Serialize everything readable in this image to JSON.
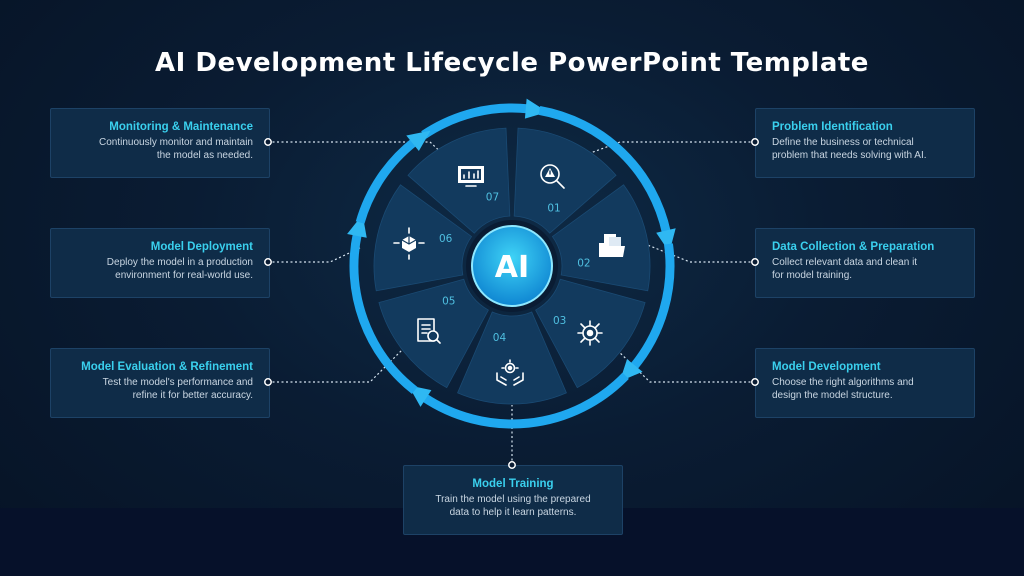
{
  "title": "AI Development Lifecycle PowerPoint Template",
  "center_label": "AI",
  "segments": [
    {
      "num": "01",
      "icon": "search-alert-icon"
    },
    {
      "num": "02",
      "icon": "folder-documents-icon"
    },
    {
      "num": "03",
      "icon": "gear-network-icon"
    },
    {
      "num": "04",
      "icon": "hands-gear-icon"
    },
    {
      "num": "05",
      "icon": "clipboard-search-icon"
    },
    {
      "num": "06",
      "icon": "cube-arrows-icon"
    },
    {
      "num": "07",
      "icon": "monitor-chart-icon"
    }
  ],
  "cards": {
    "problem": {
      "title": "Problem Identification",
      "line1": "Define the business or technical",
      "line2": "problem that needs solving with AI."
    },
    "data": {
      "title": "Data Collection & Preparation",
      "line1": "Collect relevant data and clean it",
      "line2": "for model training."
    },
    "development": {
      "title": "Model Development",
      "line1": "Choose the right algorithms and",
      "line2": "design the model structure."
    },
    "training": {
      "title": "Model Training",
      "line1": "Train the model using the prepared",
      "line2": "data to help it learn patterns."
    },
    "evaluation": {
      "title": "Model Evaluation & Refinement",
      "line1": "Test the model's performance and",
      "line2": "refine it for better accuracy."
    },
    "deployment": {
      "title": "Model Deployment",
      "line1": "Deploy the model in a production",
      "line2": "environment for real-world use."
    },
    "monitoring": {
      "title": "Monitoring & Maintenance",
      "line1": "Continuously monitor and maintain",
      "line2": "the model as needed."
    }
  },
  "colors": {
    "accent": "#3ad0ee",
    "ring": "#1fa8ef",
    "segment": "#123a5e",
    "background": "#0a1c33"
  }
}
